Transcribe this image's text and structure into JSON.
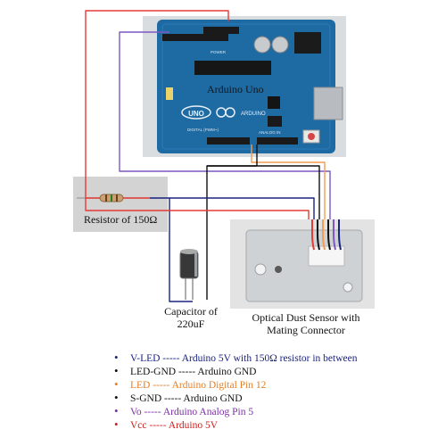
{
  "labels": {
    "arduino": "Arduino Uno",
    "resistor": "Resistor of 150Ω",
    "capacitor": [
      "Capacitor of",
      "220uF"
    ],
    "sensor": [
      "Optical Dust Sensor with",
      "Mating Connector"
    ],
    "board_logo": "UNO",
    "board_brand": "ARDUINO",
    "digital_header": "DIGITAL (PWM~)",
    "power_header": "POWER",
    "analog_header": "ANALOG IN"
  },
  "legend": [
    {
      "text": "V-LED ----- Arduino 5V with 150Ω resistor in between",
      "color": "#1a237e"
    },
    {
      "text": "LED-GND ----- Arduino GND",
      "color": "#111111"
    },
    {
      "text": "LED ----- Arduino Digital Pin 12",
      "color": "#e67e22"
    },
    {
      "text": "S-GND ----- Arduino GND",
      "color": "#111111"
    },
    {
      "text": "Vo ----- Arduino Analog Pin 5",
      "color": "#7b2fa6"
    },
    {
      "text": "Vcc ----- Arduino 5V",
      "color": "#d01c1c"
    }
  ],
  "colors": {
    "board": "#1e6aa3",
    "wire_red": "#e53935",
    "wire_purple": "#7e57c2",
    "wire_black": "#111111",
    "wire_orange": "#f39c52",
    "wire_navy": "#1a237e",
    "sensor_connector_wires": [
      "#e53935",
      "#111111",
      "#f39c52",
      "#111111",
      "#7e57c2",
      "#1a237e"
    ]
  }
}
